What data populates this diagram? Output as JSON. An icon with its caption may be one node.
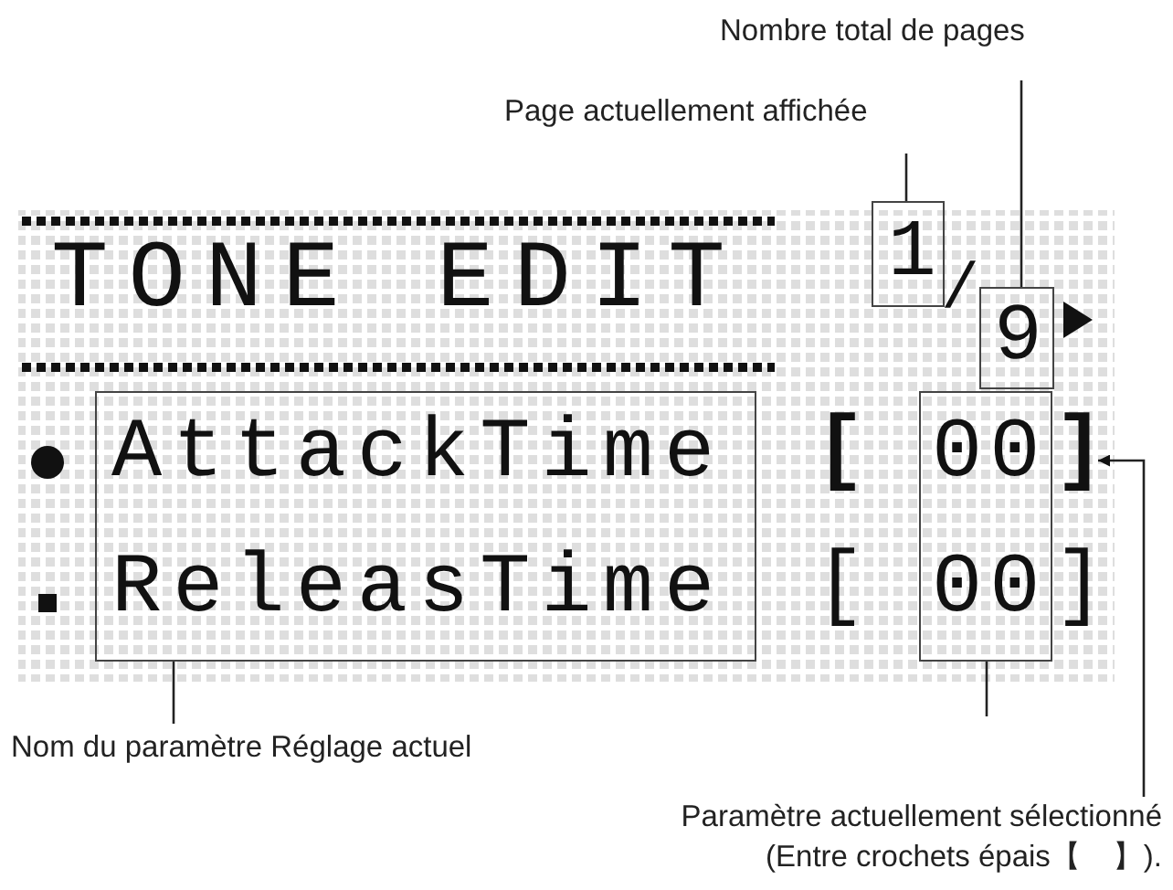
{
  "diagram": {
    "nodes": [
      {
        "text": [
          "Nombre total de pages"
        ]
      },
      {
        "text": [
          "Page actuellement affichée"
        ]
      },
      {
        "text": [
          "1"
        ]
      },
      {
        "text": [
          "9"
        ]
      },
      {
        "text": [
          "AttackTime",
          "ReleasTime"
        ]
      },
      {
        "text": [
          "00",
          "00"
        ]
      },
      {
        "text": [
          "Nom du paramètre Réglage actuel"
        ]
      },
      {
        "text": [
          "Paramètre actuellement sélectionné (Entre crochets épais【　】)."
        ]
      }
    ],
    "edges": [
      {
        "from": 0,
        "to": 3,
        "arrow": "none"
      },
      {
        "from": 1,
        "to": 2,
        "arrow": "none"
      },
      {
        "from": 6,
        "to": 4,
        "arrow": "none"
      },
      {
        "from": 5,
        "to": null,
        "arrow": "none"
      },
      {
        "from": 7,
        "to": 5,
        "arrow": "to"
      }
    ],
    "labels": [
      "TONE EDIT",
      "/",
      "[",
      "]",
      "[",
      "]"
    ]
  }
}
